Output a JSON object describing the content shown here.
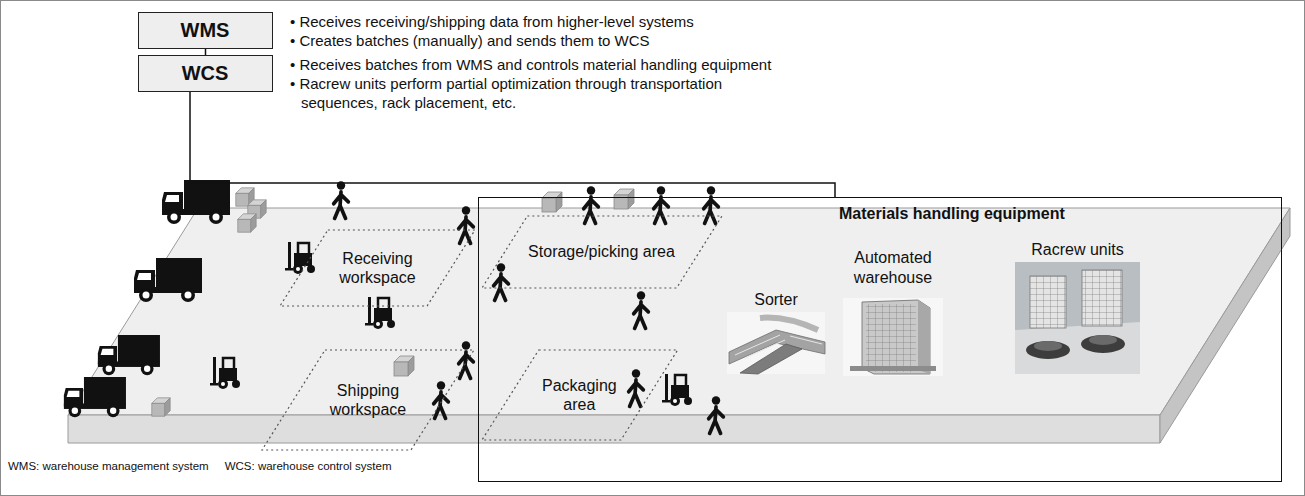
{
  "diagram": {
    "nodes": [
      {
        "text": [
          "WMS"
        ]
      },
      {
        "text": [
          "WCS"
        ]
      },
      {
        "text": [
          "Receiving workspace"
        ]
      },
      {
        "text": [
          "Materials handling equipment"
        ]
      },
      {
        "text": [
          "Storage/picking area"
        ],
        "in": 3
      },
      {
        "text": [
          "Shipping workspace"
        ]
      },
      {
        "text": [
          "Packaging area"
        ],
        "in": 3
      }
    ],
    "edges": [
      {
        "from": 0,
        "to": 1,
        "arrow": "none"
      },
      {
        "from": 1,
        "to": 3,
        "arrow": "none"
      }
    ],
    "labels": [
      "• Receives receiving/shipping data from higher-level systems",
      "• Creates batches (manually) and sends them to WCS",
      "• Receives batches from WMS and controls material handling equipment",
      "• Racrew units perform partial optimization through transportation sequences, rack placement, etc.",
      "Sorter",
      "Automated warehouse",
      "Racrew units",
      "WMS: warehouse management system",
      "WCS: warehouse control system"
    ]
  }
}
